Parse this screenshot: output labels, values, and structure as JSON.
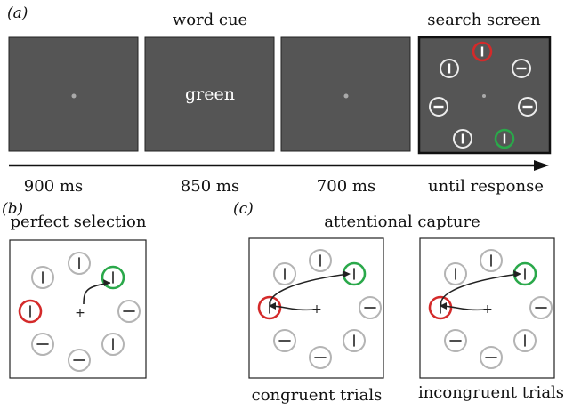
{
  "panel_a": {
    "label": "(a)",
    "frames": [
      {
        "title": "",
        "text": "",
        "duration": "900 ms"
      },
      {
        "title": "word cue",
        "text": "green",
        "duration": "850 ms"
      },
      {
        "title": "",
        "text": "",
        "duration": "700 ms"
      },
      {
        "title": "search screen",
        "text": "",
        "duration": "until response"
      }
    ]
  },
  "panel_b": {
    "label": "(b)",
    "title": "perfect selection"
  },
  "panel_c": {
    "label": "(c)",
    "title": "attentional capture",
    "subpanels": [
      {
        "caption": "congruent trials"
      },
      {
        "caption": "incongruent trials"
      }
    ]
  },
  "colors": {
    "screen_fill": "#555555",
    "target_ring": "#2aa84a",
    "distractor_ring": "#d42a2a",
    "neutral_ring": "#b4b4b4",
    "line": "#ffffff",
    "path": "#222222"
  }
}
